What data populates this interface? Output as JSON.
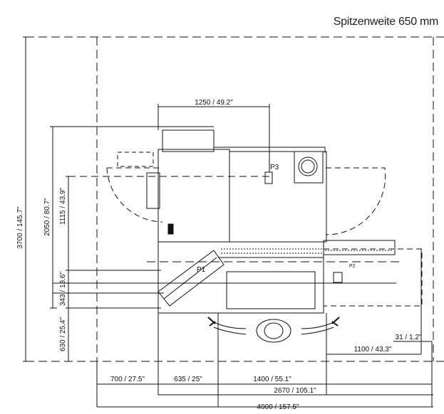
{
  "title": "Spitzenweite 650 mm",
  "dimensions": {
    "total_height": "3700 / 145.7\"",
    "depth_2050": "2050 / 80.7\"",
    "depth_1115": "1115 / 43.9\"",
    "depth_343": "343 / 13.6\"",
    "depth_630": "630 / 25.4\"",
    "width_1250": "1250 / 49.2\"",
    "width_700": "700 / 27.5\"",
    "width_635": "635 / 25\"",
    "width_1400": "1400 / 55.1\"",
    "width_2670": "2670 / 105.1\"",
    "width_4000": "4000 / 157.5\"",
    "width_1100": "1100 / 43,3\"",
    "width_31": "31 / 1.2\""
  },
  "points": {
    "p3": "P3",
    "p1": "P1",
    "p2": "P2"
  }
}
